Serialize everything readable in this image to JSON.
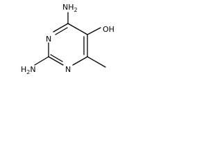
{
  "molecule": {
    "labels": {
      "nh2_top": "NH",
      "nh2_top_sub": "2",
      "oh": "OH",
      "n_ring_upper": "N",
      "n_ring_lower": "N",
      "nh2_bottom": "H",
      "nh2_bottom_sub": "2",
      "nh2_bottom_n": "N"
    }
  },
  "colors": {
    "bond": "#000000",
    "text": "#000000",
    "background": "#ffffff"
  }
}
